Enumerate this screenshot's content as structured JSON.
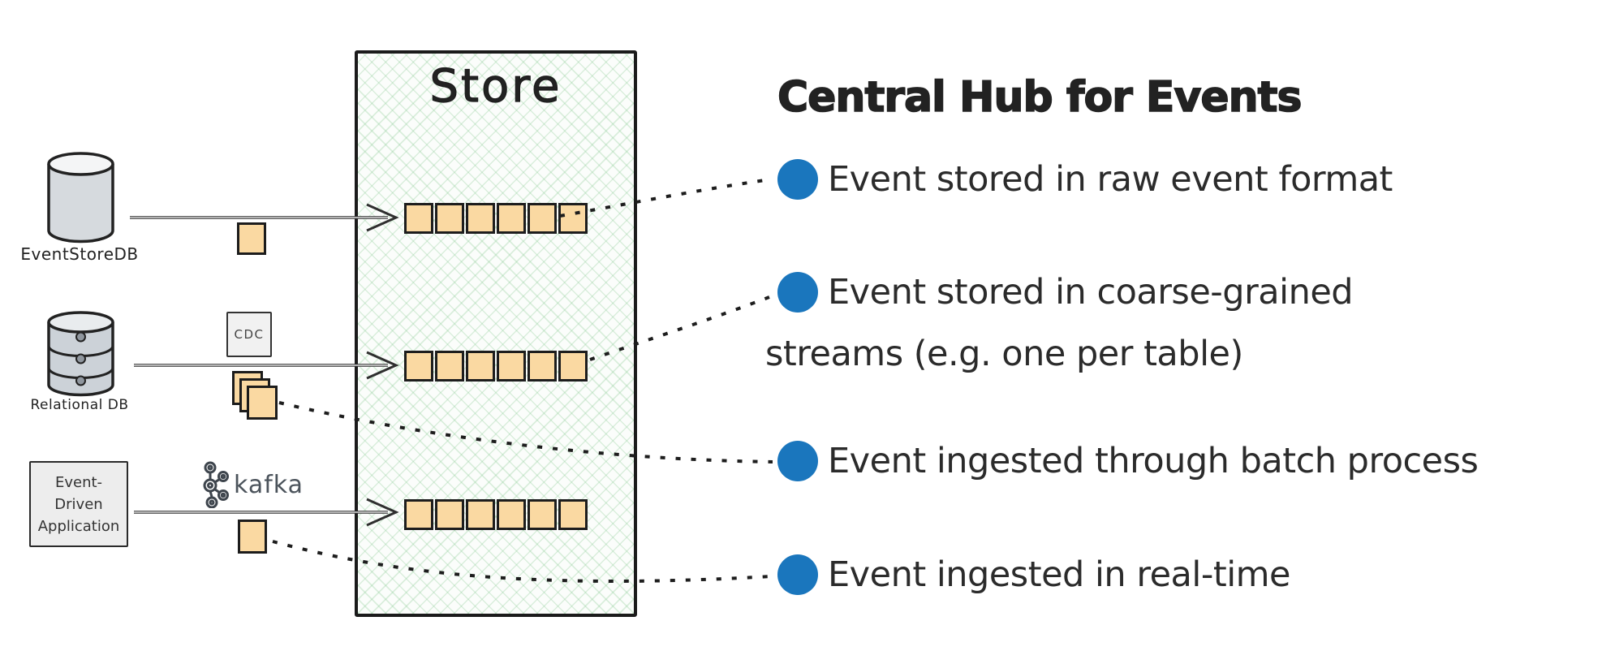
{
  "diagram": {
    "store_title": "Store",
    "sources": {
      "eventstoredb_label": "EventStoreDB",
      "relational_db_label": "Relational DB",
      "app_lines": [
        "Event-",
        "Driven",
        "Application"
      ]
    },
    "cdc_label": "CDC",
    "kafka_label": "kafka",
    "streams": [
      {
        "cells": 6
      },
      {
        "cells": 6
      },
      {
        "cells": 6
      }
    ],
    "event_square_color": "#fad9a2"
  },
  "panel": {
    "heading": "Central Hub for Events",
    "bullet_color": "#1a76bd",
    "bullets": [
      {
        "text": "Event stored in raw event format"
      },
      {
        "text": "Event stored in coarse-grained streams (e.g. one per table)"
      },
      {
        "text": "Event ingested through batch process"
      },
      {
        "text": "Event ingested in real-time"
      }
    ]
  }
}
